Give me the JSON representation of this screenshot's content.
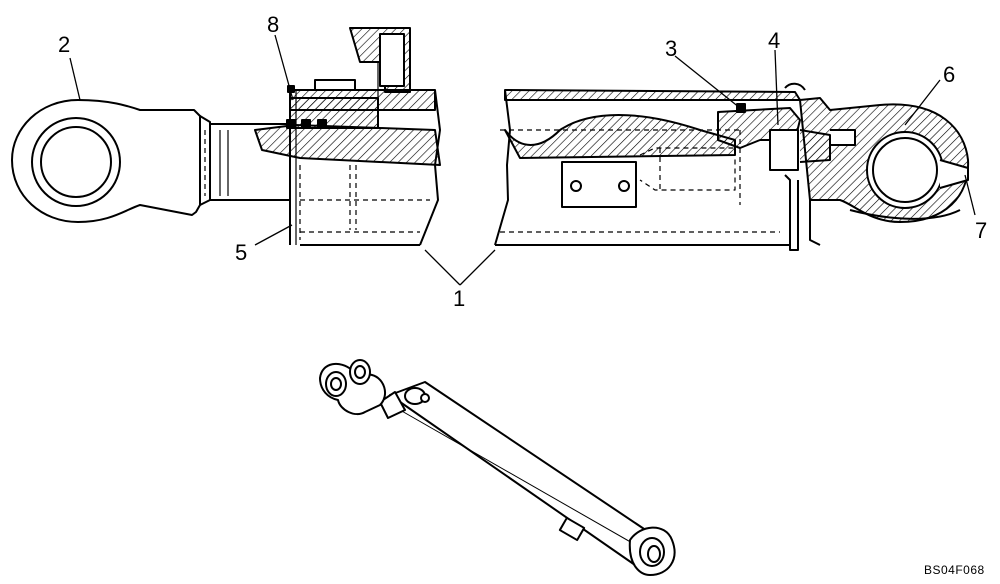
{
  "diagram": {
    "callouts": [
      {
        "id": "c1",
        "label": "1"
      },
      {
        "id": "c2",
        "label": "2"
      },
      {
        "id": "c3",
        "label": "3"
      },
      {
        "id": "c4",
        "label": "4"
      },
      {
        "id": "c5",
        "label": "5"
      },
      {
        "id": "c6",
        "label": "6"
      },
      {
        "id": "c7",
        "label": "7"
      },
      {
        "id": "c8",
        "label": "8"
      }
    ],
    "drawing_code": "BS04F068"
  },
  "colors": {
    "line": "#000000",
    "background": "#ffffff"
  }
}
